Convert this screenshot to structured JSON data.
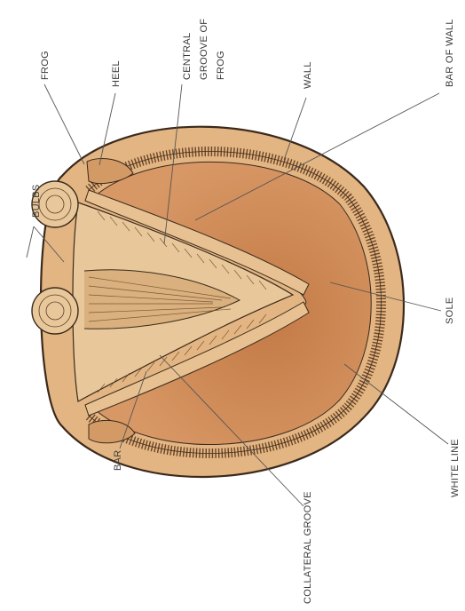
{
  "labels": {
    "frog": "FROG",
    "heel": "HEEL",
    "central_groove_1": "CENTRAL",
    "central_groove_2": "GROOVE OF",
    "central_groove_3": "FROG",
    "wall": "WALL",
    "bar_of_wall": "BAR OF WALL",
    "bulbs": "BULBS",
    "sole": "SOLE",
    "bar": "BAR",
    "white_line": "WHITE LINE",
    "collateral_groove": "COLLATERAL GROOVE"
  },
  "colors": {
    "sole": "#c9834f",
    "wall_rim": "#e3b583",
    "frog": "#e8c89a",
    "outline": "#3b2a1c"
  }
}
